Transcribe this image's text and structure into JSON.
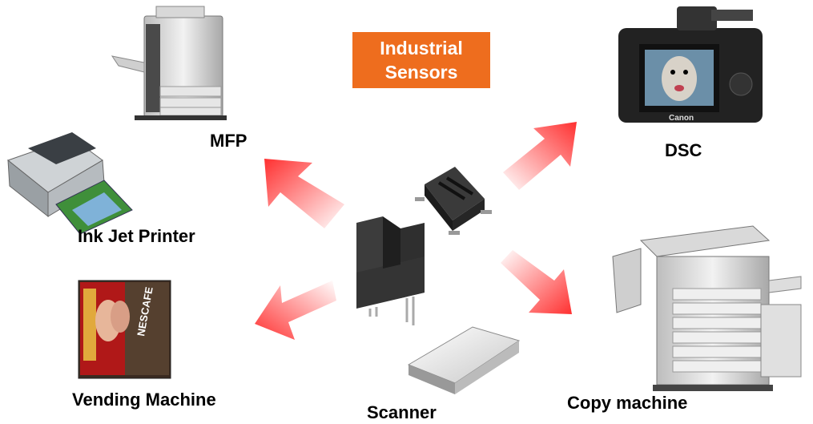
{
  "center_badge": {
    "line1": "Industrial",
    "line2": "Sensors"
  },
  "labels": {
    "mfp": "MFP",
    "inkjet": "Ink Jet Printer",
    "vending": "Vending Machine",
    "scanner": "Scanner",
    "copy": "Copy machine",
    "dsc": "DSC"
  },
  "camera_brand": "Canon",
  "vending_brand": "NESCAFE",
  "colors": {
    "badge": "#ee6d1e",
    "arrow": "#ff3030"
  }
}
